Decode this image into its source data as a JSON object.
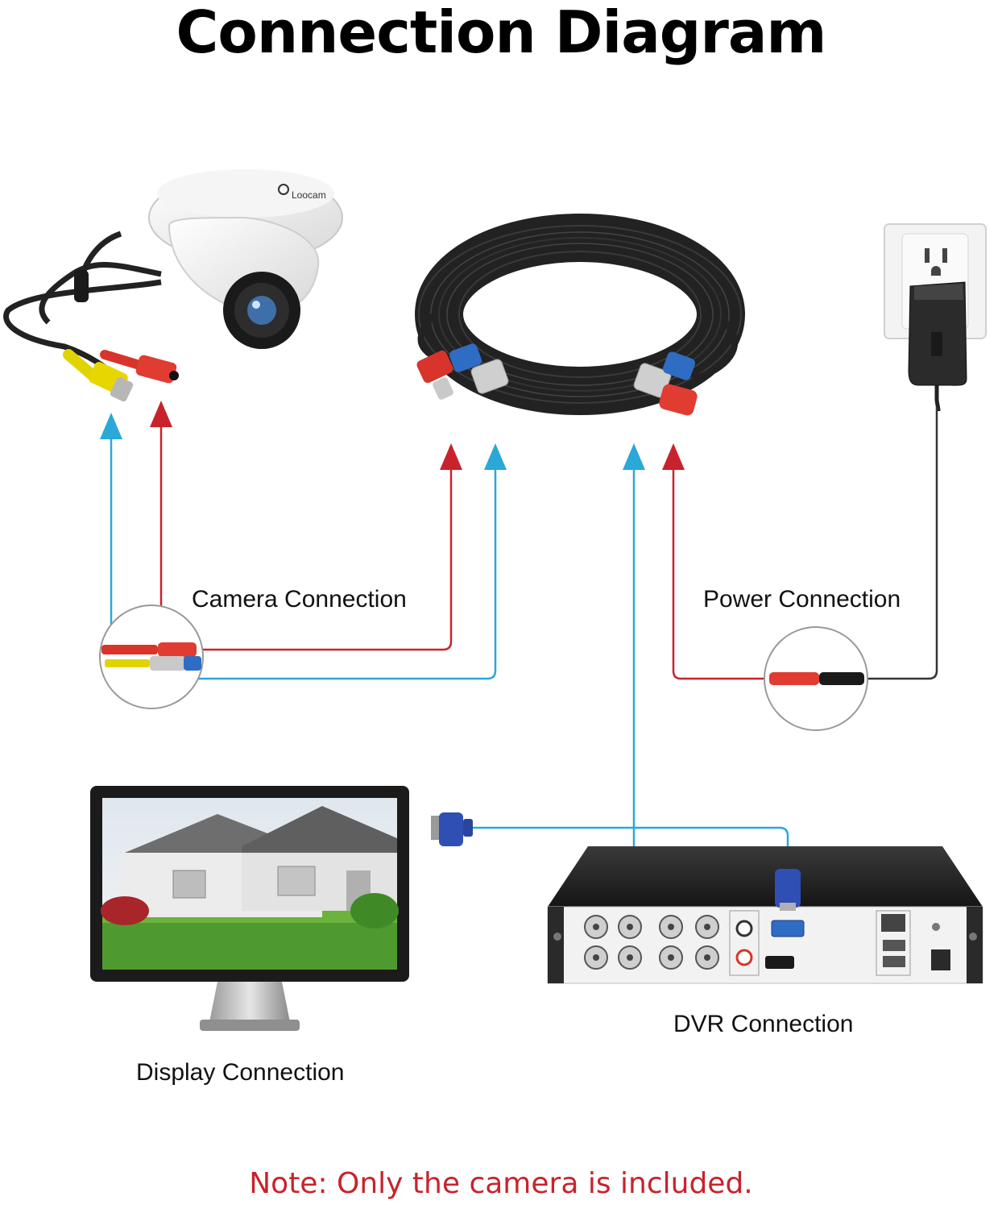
{
  "title": "Connection Diagram",
  "labels": {
    "camera": "Camera Connection",
    "power": "Power Connection",
    "display": "Display Connection",
    "dvr": "DVR Connection"
  },
  "note": "Note: Only the camera is included.",
  "camera_brand": "Loocam",
  "colors": {
    "video_line": "#2aa8d8",
    "power_line": "#c8232c",
    "adapter_line": "#333333",
    "note_text": "#c8232c"
  }
}
